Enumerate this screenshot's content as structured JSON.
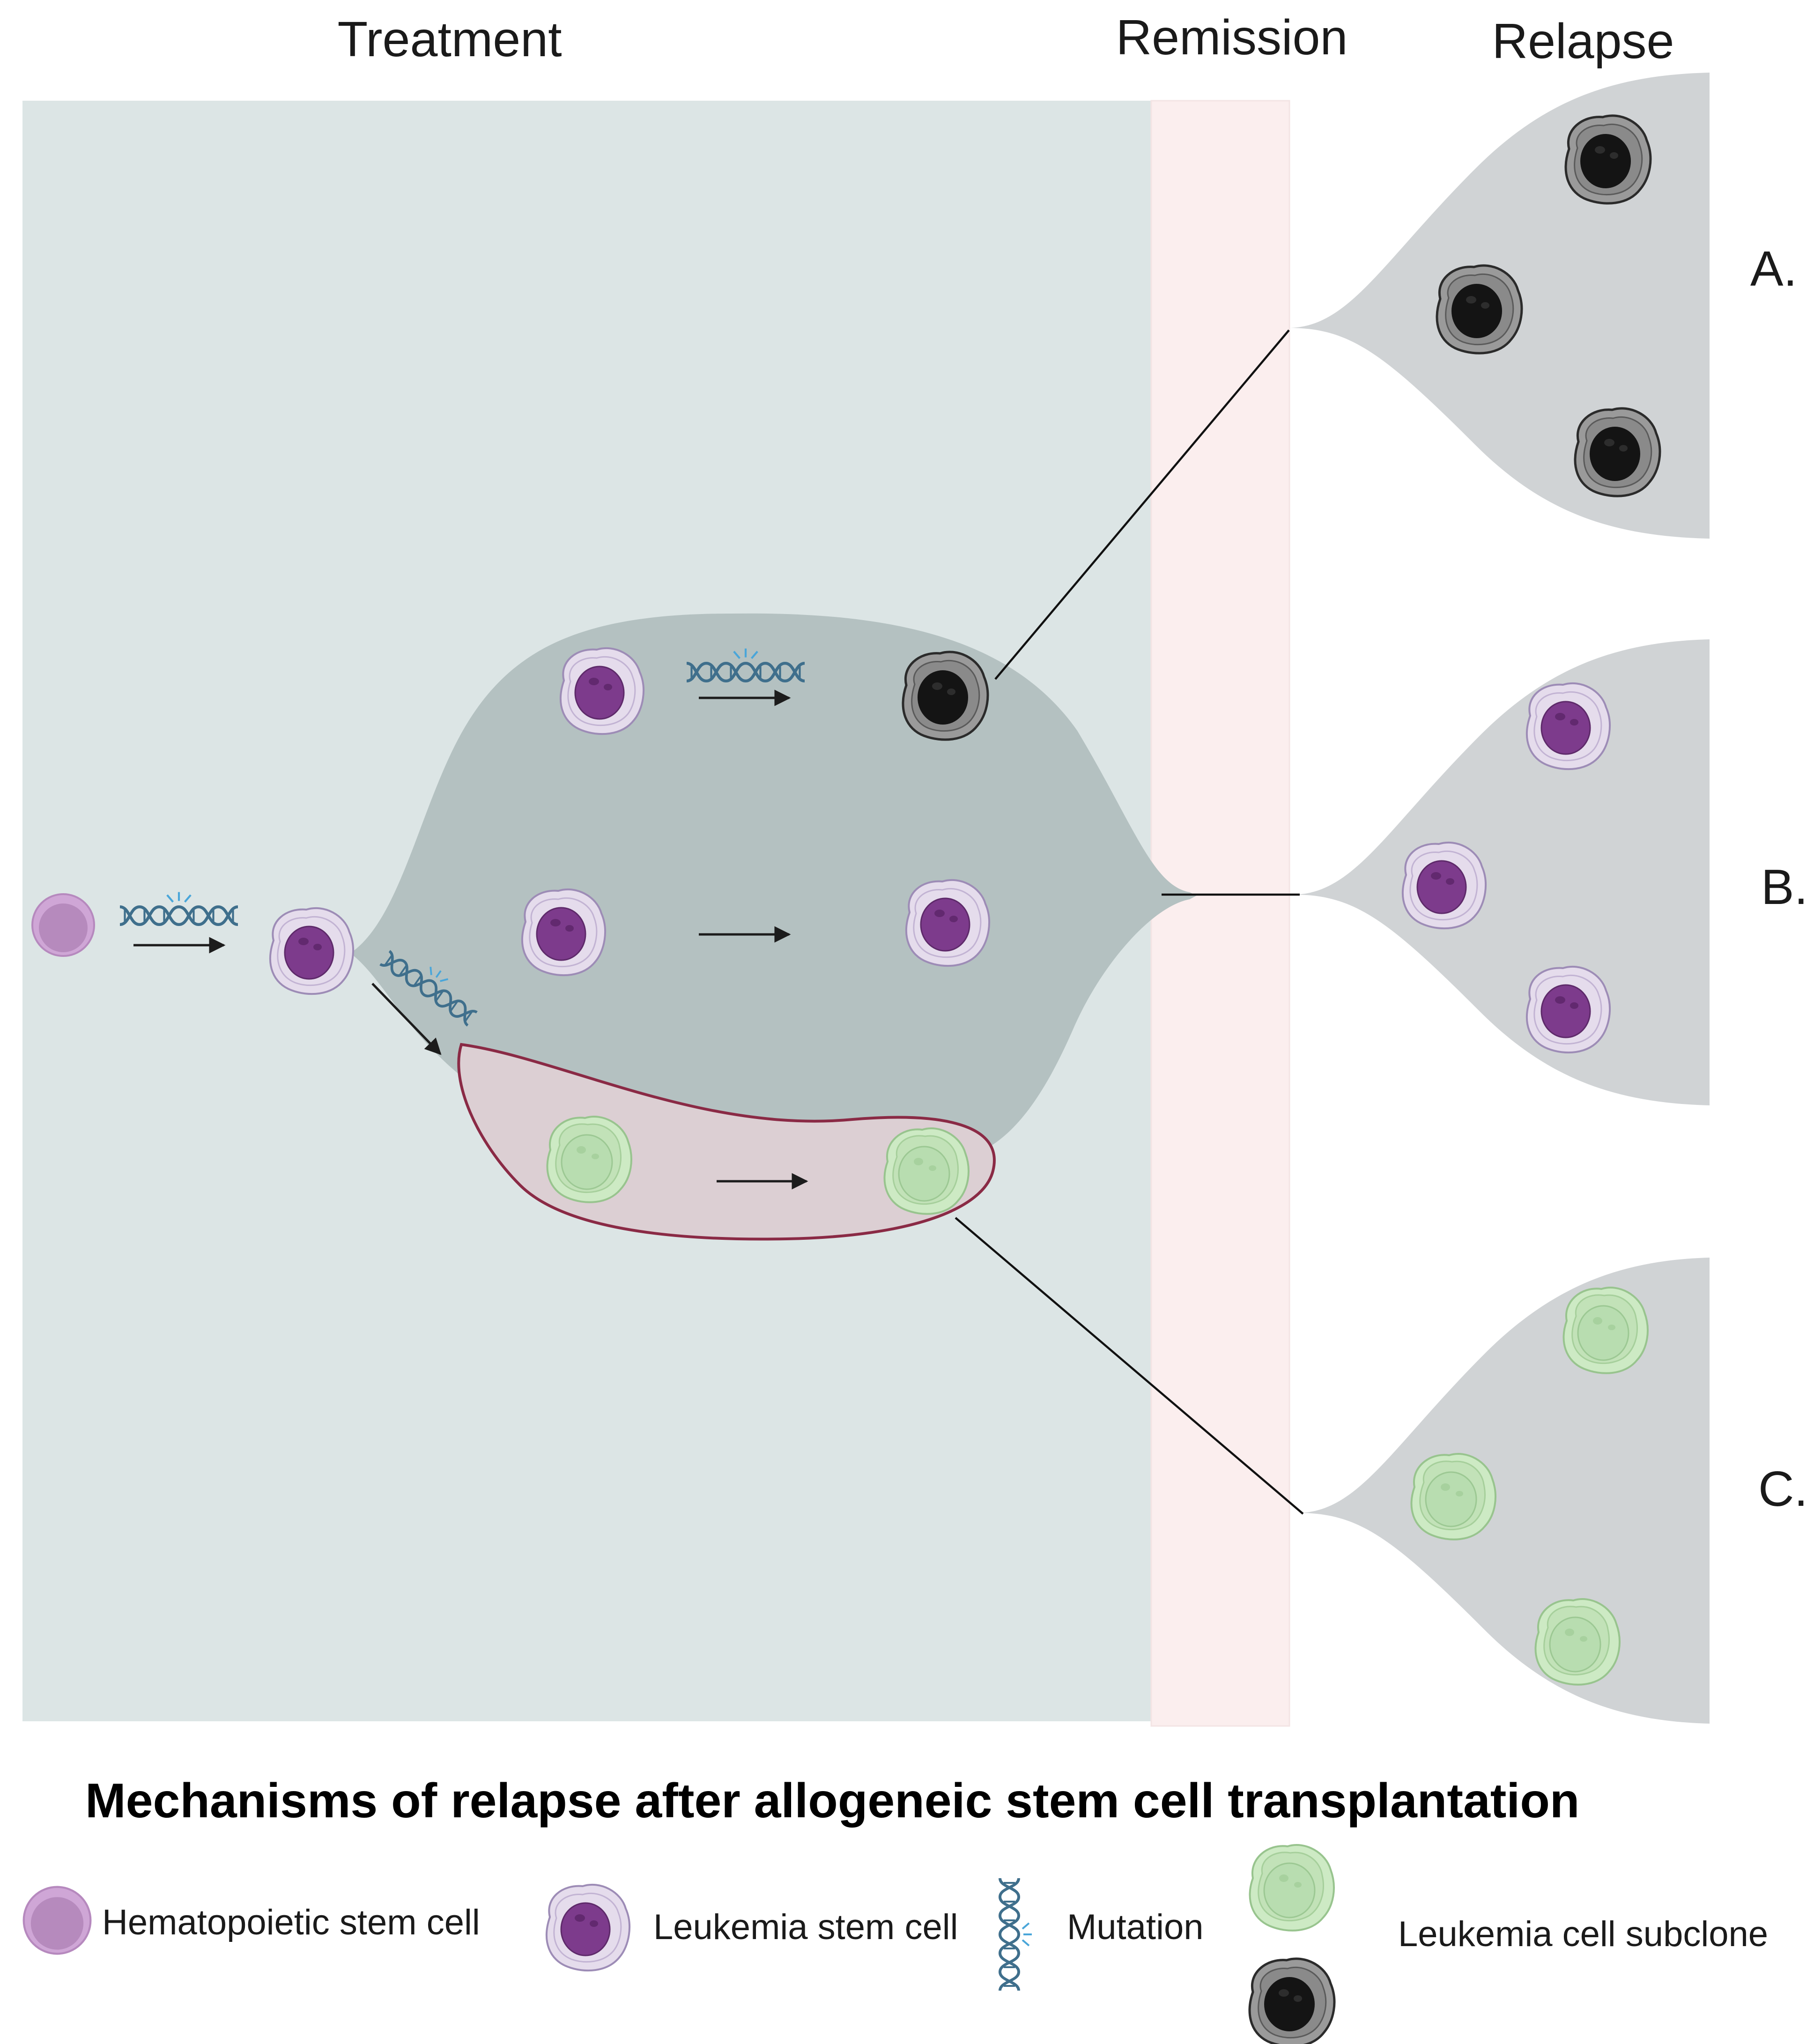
{
  "phases": {
    "treatment": "Treatment",
    "remission": "Remission",
    "relapse": "Relapse"
  },
  "panels": [
    "A.",
    "B.",
    "C."
  ],
  "title": "Mechanisms of relapse after allogeneic stem cell transplantation",
  "legend": {
    "hsc": "Hematopoietic stem cell",
    "lsc": "Leukemia stem cell",
    "mutation": "Mutation",
    "subclone": "Leukemia cell subclone"
  },
  "colors": {
    "treatment_bg": "#dce5e5",
    "remission_bg": "#fbeeee",
    "relapse_bg": "#d0d3d5",
    "clone_region": "#b4c1c1",
    "subclone_region": "#dccfd3",
    "subclone_border": "#8a2a45",
    "lsc_cytoplasm": "#e5dcec",
    "lsc_nucleus": "#7d3b8c",
    "hsc_outer": "#cfa6d6",
    "hsc_inner": "#b68abd",
    "green_cytoplasm": "#cdeac4",
    "green_nucleus": "#b8ddb0",
    "black_cytoplasm": "#9a9a9a",
    "black_nucleus": "#141414",
    "dna": "#3f6f8c"
  },
  "icons": {
    "hsc": "hematopoietic-stem-cell-icon",
    "lsc": "leukemia-stem-cell-icon",
    "mutation": "dna-mutation-icon",
    "green_subclone": "green-subclone-cell-icon",
    "black_subclone": "black-subclone-cell-icon"
  }
}
